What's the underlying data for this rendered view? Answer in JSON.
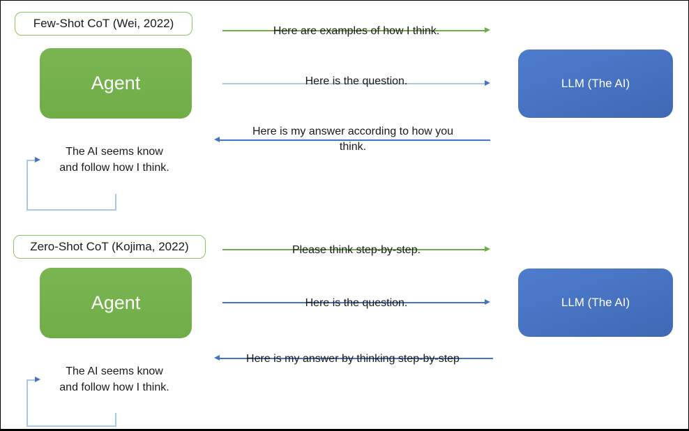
{
  "title": "Chain-of-Thought prompting sequence diagram",
  "colors": {
    "green": "#70AD47",
    "green_top": "#7AB551",
    "green_light_border": "#8FC168",
    "blue": "#4472C4",
    "light_blue": "#A9C7E6",
    "box_blue_top": "#4E7CCE",
    "box_blue_bottom": "#3F69B5",
    "text": "#1a1a1a"
  },
  "sections": [
    {
      "label": "Few-Shot CoT (Wei, 2022)",
      "agent_label": "Agent",
      "llm_label": "LLM (The AI)",
      "messages": [
        {
          "text": "Here are examples of how I think.",
          "direction": "right",
          "color": "green"
        },
        {
          "text": "Here is the question.",
          "direction": "right",
          "color": "light_blue"
        },
        {
          "text": "Here is my answer according to how you\nthink.",
          "direction": "left",
          "color": "blue"
        }
      ],
      "note": "The AI seems know\nand follow how I think."
    },
    {
      "label": "Zero-Shot CoT (Kojima, 2022)",
      "agent_label": "Agent",
      "llm_label": "LLM (The AI)",
      "messages": [
        {
          "text": "Please think step-by-step.",
          "direction": "right",
          "color": "green"
        },
        {
          "text": "Here is the question.",
          "direction": "right",
          "color": "blue"
        },
        {
          "text": "Here is my answer by thinking step-by-step",
          "direction": "left",
          "color": "blue"
        }
      ],
      "note": "The AI seems know\nand follow how I think."
    }
  ]
}
